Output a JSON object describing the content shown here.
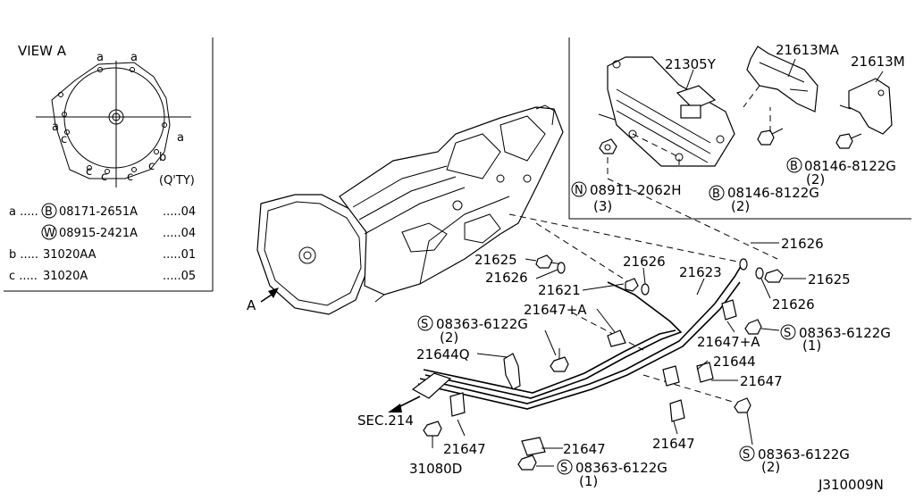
{
  "view_a": {
    "title": "VIEW A",
    "qty_header": "(Q'TY)",
    "letter_a": "a",
    "letter_b": "b",
    "letter_c": "c",
    "rows": [
      {
        "key": "a .....",
        "circle": "B",
        "part": "08171-2651A",
        "qty": ".....04"
      },
      {
        "key": "",
        "circle": "W",
        "part": "08915-2421A",
        "qty": ".....04"
      },
      {
        "key": "b .....",
        "circle": "",
        "part": "31020AA",
        "qty": ".....01"
      },
      {
        "key": "c .....",
        "circle": "",
        "part": "31020A",
        "qty": ".....05"
      }
    ]
  },
  "inset": {
    "cooler": "21305Y",
    "bracket_ma": "21613MA",
    "bracket_m": "21613M",
    "nut_circle": "N",
    "nut": "08911-2062H",
    "nut_qty": "(3)",
    "bolt1_circle": "B",
    "bolt1": "08146-8122G",
    "bolt1_qty": "(2)",
    "bolt2_circle": "B",
    "bolt2": "08146-8122G",
    "bolt2_qty": "(2)"
  },
  "main": {
    "arrow_a": "A",
    "sec": "SEC.214",
    "p21625_left": "21625",
    "p21626_left": "21626",
    "p21626_mid": "21626",
    "p21621": "21621",
    "p21623": "21623",
    "p21626_right_top": "21626",
    "p21625_right": "21625",
    "p21626_right_bot": "21626",
    "p21647a_left": "21647+A",
    "s_circle": "S",
    "s_left": "08363-6122G",
    "s_left_qty": "(2)",
    "p21647a_right": "21647+A",
    "s_right": "08363-6122G",
    "s_right_qty": "(1)",
    "p21644q": "21644Q",
    "p21644": "21644",
    "p21647_right": "21647",
    "p21647_bottom_mid": "21647",
    "p21647_bottom_right": "21647",
    "p21647_left": "21647",
    "s_bottom_right": "08363-6122G",
    "s_bottom_right_qty": "(2)",
    "s_bottom": "08363-6122G",
    "s_bottom_qty": "(1)",
    "p31080d": "31080D",
    "code": "J310009N"
  }
}
